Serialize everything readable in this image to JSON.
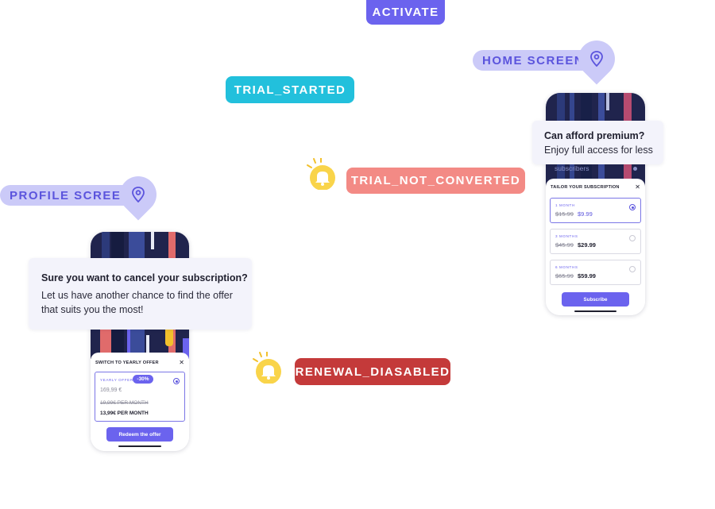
{
  "events": {
    "activate": "ACTIVATE",
    "trial_started": "TRIAL_STARTED",
    "trial_not_converted": "TRIAL_NOT_CONVERTED",
    "renewal_disabled": "RENEWAL_DIASABLED"
  },
  "screens": {
    "home": "HOME SCREEN",
    "profile": "PROFILE SCREEN"
  },
  "icons": {
    "location_pin": "location-pin-icon",
    "bell": "bell-icon",
    "close": "close-icon"
  },
  "colors": {
    "activate": "#6b63ee",
    "trial_started": "#22c0dc",
    "trial_not_converted": "#f38a85",
    "renewal_disabled": "#c43a3a",
    "screen_pill": "#cbcaf8",
    "accent": "#6b63ee",
    "bell": "#f9d44a"
  },
  "home_phone": {
    "tooltip_title": "Can afford premium?",
    "tooltip_body": "Enjoy full access for less",
    "background_text": "subscribers",
    "sheet_title": "TAILOR YOUR SUBSCRIPTION",
    "close": "✕",
    "plans": [
      {
        "label": "1 MONTH",
        "old_price": "$15.99",
        "new_price": "$9.99",
        "selected": true
      },
      {
        "label": "3 MONTHS",
        "old_price": "$45.99",
        "new_price": "$29.99",
        "selected": false
      },
      {
        "label": "6 MONTHS",
        "old_price": "$65.99",
        "new_price": "$59.99",
        "selected": false
      }
    ],
    "cta": "Subscribe"
  },
  "profile_phone": {
    "tooltip_title": "Sure you want to cancel your subscription?",
    "tooltip_body_line1": "Let us have another chance to find the offer",
    "tooltip_body_line2": "that suits you the most!",
    "sheet_title": "SWITCH TO YEARLY OFFER",
    "close": "✕",
    "offer_label": "YEARLY OFFER",
    "discount_badge": "-30%",
    "yearly_price": "169,99 €",
    "old_monthly": "19,99€ PER MONTH",
    "new_monthly": "13,99€ PER MONTH",
    "cta": "Redeem the offer"
  }
}
